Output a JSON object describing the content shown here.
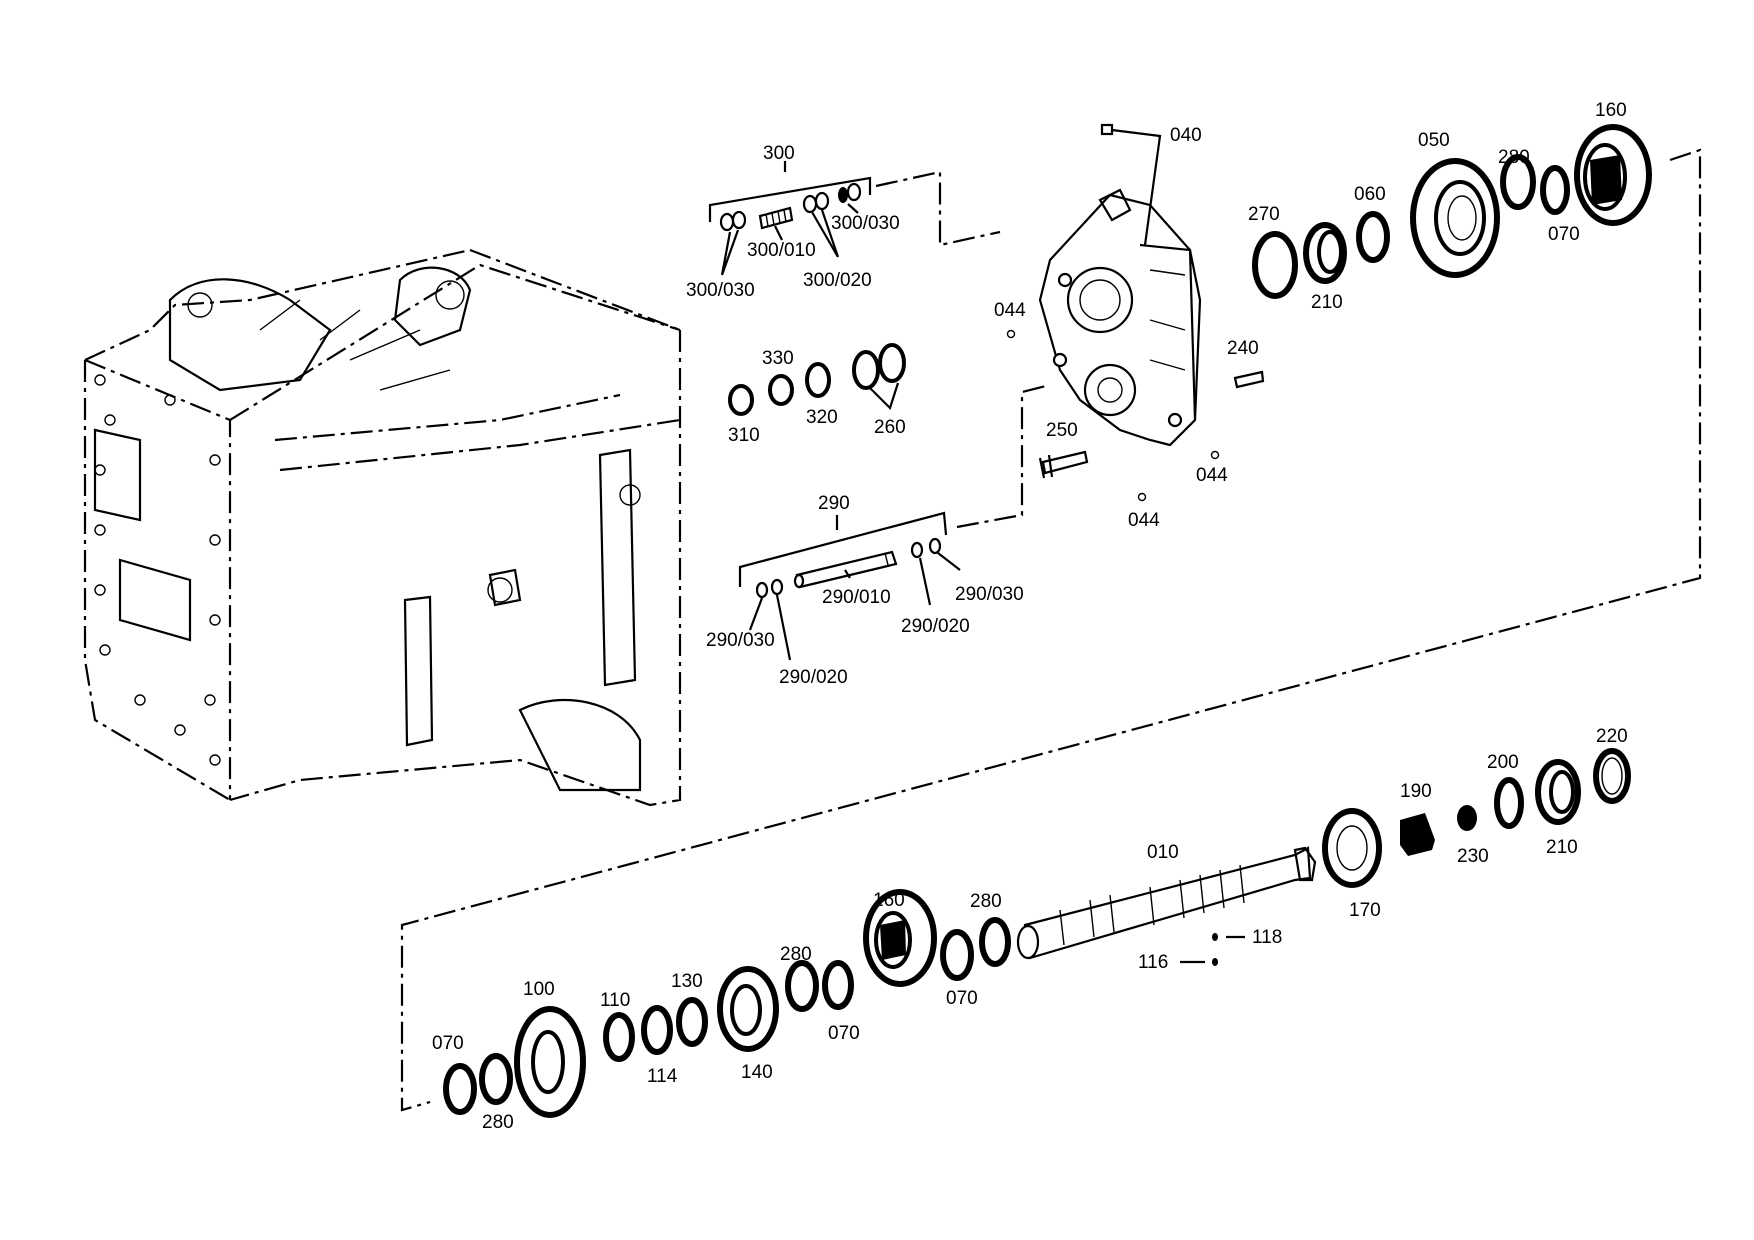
{
  "labels": {
    "l300": "300",
    "l300_030a": "300/030",
    "l300_030b": "300/030",
    "l300_010": "300/010",
    "l300_020": "300/020",
    "l330": "330",
    "l310": "310",
    "l320": "320",
    "l260": "260",
    "l290": "290",
    "l290_010": "290/010",
    "l290_020a": "290/020",
    "l290_020b": "290/020",
    "l290_030a": "290/030",
    "l290_030b": "290/030",
    "l040": "040",
    "l044a": "044",
    "l044b": "044",
    "l044c": "044",
    "l250": "250",
    "l240": "240",
    "l270": "270",
    "l210a": "210",
    "l060": "060",
    "l050": "050",
    "l280a": "280",
    "l070a": "070",
    "l160a": "160",
    "l010": "010",
    "l118": "118",
    "l116": "116",
    "l170": "170",
    "l190": "190",
    "l230": "230",
    "l200": "200",
    "l210b": "210",
    "l220": "220",
    "l160b": "160",
    "l280b": "280",
    "l070b": "070",
    "l280c": "280",
    "l070c": "070",
    "l130": "130",
    "l140": "140",
    "l110": "110",
    "l114": "114",
    "l100": "100",
    "l070d": "070",
    "l280d": "280"
  }
}
